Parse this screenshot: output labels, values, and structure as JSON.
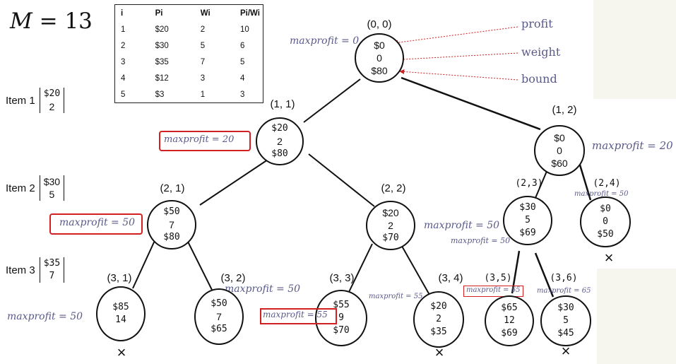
{
  "capacity": {
    "label": "M",
    "value": "= 13"
  },
  "items_table": {
    "headers": [
      "i",
      "Pi",
      "Wi",
      "Pi/Wi"
    ],
    "rows": [
      [
        "1",
        "$20",
        "2",
        "10"
      ],
      [
        "2",
        "$30",
        "5",
        "6"
      ],
      [
        "3",
        "$35",
        "7",
        "5"
      ],
      [
        "4",
        "$12",
        "3",
        "4"
      ],
      [
        "5",
        "$3",
        "1",
        "3"
      ]
    ]
  },
  "item_labels": [
    {
      "name": "Item 1",
      "profit": "$20",
      "weight": "2"
    },
    {
      "name": "Item 2",
      "profit": "$30",
      "weight": "5"
    },
    {
      "name": "Item 3",
      "profit": "$35",
      "weight": "7"
    }
  ],
  "legend": {
    "profit": "profit",
    "weight": "weight",
    "bound": "bound"
  },
  "nodes": {
    "n00": {
      "coord": "(0, 0)",
      "profit": "$0",
      "weight": "0",
      "bound": "$80",
      "maxprofit": "maxprofit = 0"
    },
    "n11": {
      "coord": "(1, 1)",
      "profit": "$20",
      "weight": "2",
      "bound": "$80",
      "maxprofit": "maxprofit = 20"
    },
    "n12": {
      "coord": "(1, 2)",
      "profit": "$0",
      "weight": "0",
      "bound": "$60",
      "maxprofit": "maxprofit = 20"
    },
    "n21": {
      "coord": "(2, 1)",
      "profit": "$50",
      "weight": "7",
      "bound": "$80",
      "maxprofit": "maxprofit = 50"
    },
    "n22": {
      "coord": "(2, 2)",
      "profit": "$20",
      "weight": "2",
      "bound": "$70",
      "maxprofit": "maxprofit = 50"
    },
    "n23": {
      "coord": "(2,3)",
      "profit": "$30",
      "weight": "5",
      "bound": "$69",
      "maxprofit": "maxprofit = 50"
    },
    "n24": {
      "coord": "(2,4)",
      "profit": "$0",
      "weight": "0",
      "bound": "$50",
      "maxprofit": "maxprofit = 50"
    },
    "n31": {
      "coord": "(3, 1)",
      "profit": "$85",
      "weight": "14",
      "bound": "",
      "maxprofit": "maxprofit = 50"
    },
    "n32": {
      "coord": "(3, 2)",
      "profit": "$50",
      "weight": "7",
      "bound": "$65",
      "maxprofit": "maxprofit = 50"
    },
    "n33": {
      "coord": "(3, 3)",
      "profit": "$55",
      "weight": "9",
      "bound": "$70",
      "maxprofit": "maxprofit = 55"
    },
    "n34": {
      "coord": "(3, 4)",
      "profit": "$20",
      "weight": "2",
      "bound": "$35",
      "maxprofit": "maxprofit = 55"
    },
    "n35": {
      "coord": "(3,5)",
      "profit": "$65",
      "weight": "12",
      "bound": "$69",
      "maxprofit": "maxprofit = 65"
    },
    "n36": {
      "coord": "(3,6)",
      "profit": "$30",
      "weight": "5",
      "bound": "$45",
      "maxprofit": "maxprofit = 65"
    }
  },
  "pruned_mark": "×",
  "colors": {
    "annotation": "#5a5a8a",
    "highlight_box": "#d21f1f",
    "arrow": "#d21f1f"
  }
}
